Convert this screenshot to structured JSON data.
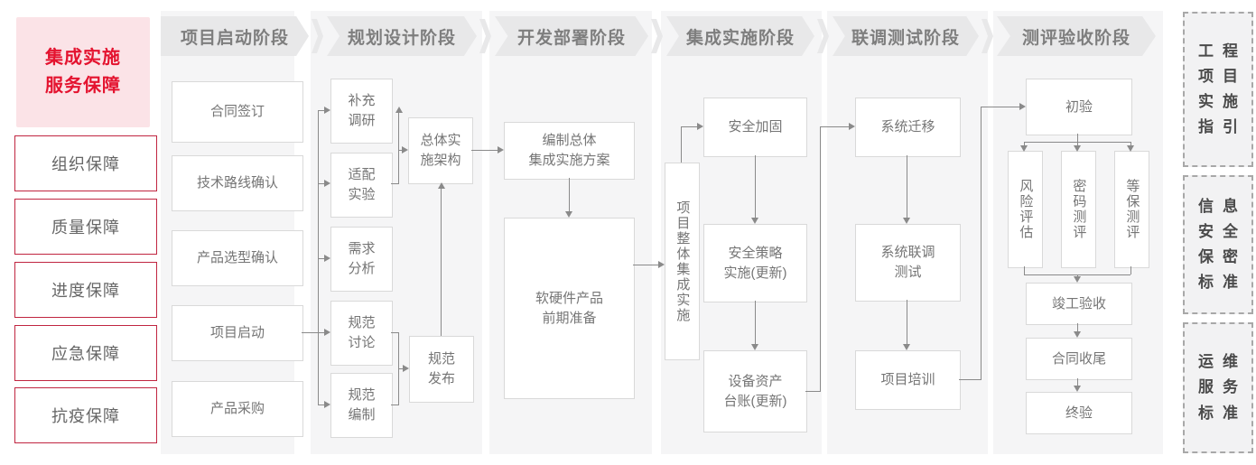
{
  "sidebar": {
    "primary": "集成实施\n服务保障",
    "items": [
      "组织保障",
      "质量保障",
      "进度保障",
      "应急保障",
      "抗疫保障"
    ]
  },
  "phases": [
    "项目启动阶段",
    "规划设计阶段",
    "开发部署阶段",
    "集成实施阶段",
    "联调测试阶段",
    "测评验收阶段"
  ],
  "flow": {
    "col1": [
      "合同签订",
      "技术路线确认",
      "产品选型确认",
      "项目启动",
      "产品采购"
    ],
    "col2": [
      "补充\n调研",
      "适配\n实验",
      "需求\n分析",
      "规范\n讨论",
      "规范\n编制",
      "总体实\n施架构",
      "规范\n发布"
    ],
    "col3": [
      "编制总体\n集成实施方案",
      "软硬件产品\n前期准备"
    ],
    "col4": [
      "项目整体集成实施",
      "安全加固",
      "安全策略\n实施(更新)",
      "设备资产\n台账(更新)"
    ],
    "col5": [
      "系统迁移",
      "系统联调\n测试",
      "项目培训"
    ],
    "col6": [
      "初验",
      "风险评估",
      "密码测评",
      "等保测评",
      "竣工验收",
      "合同收尾",
      "终验"
    ]
  },
  "standards": [
    "工程\n项目\n实施\n指引",
    "信息\n安全\n保密\n标准",
    "运维\n服务\n标准"
  ],
  "colors": {
    "accent_red": "#e4132f",
    "sidebar_border_red": "#c02540",
    "pink_bg": "#fbe3e7",
    "panel_gray": "#f5f5f6",
    "header_gray": "#e8e8e9",
    "box_border": "#d9d9d9",
    "line_gray": "#8a8a8a"
  }
}
